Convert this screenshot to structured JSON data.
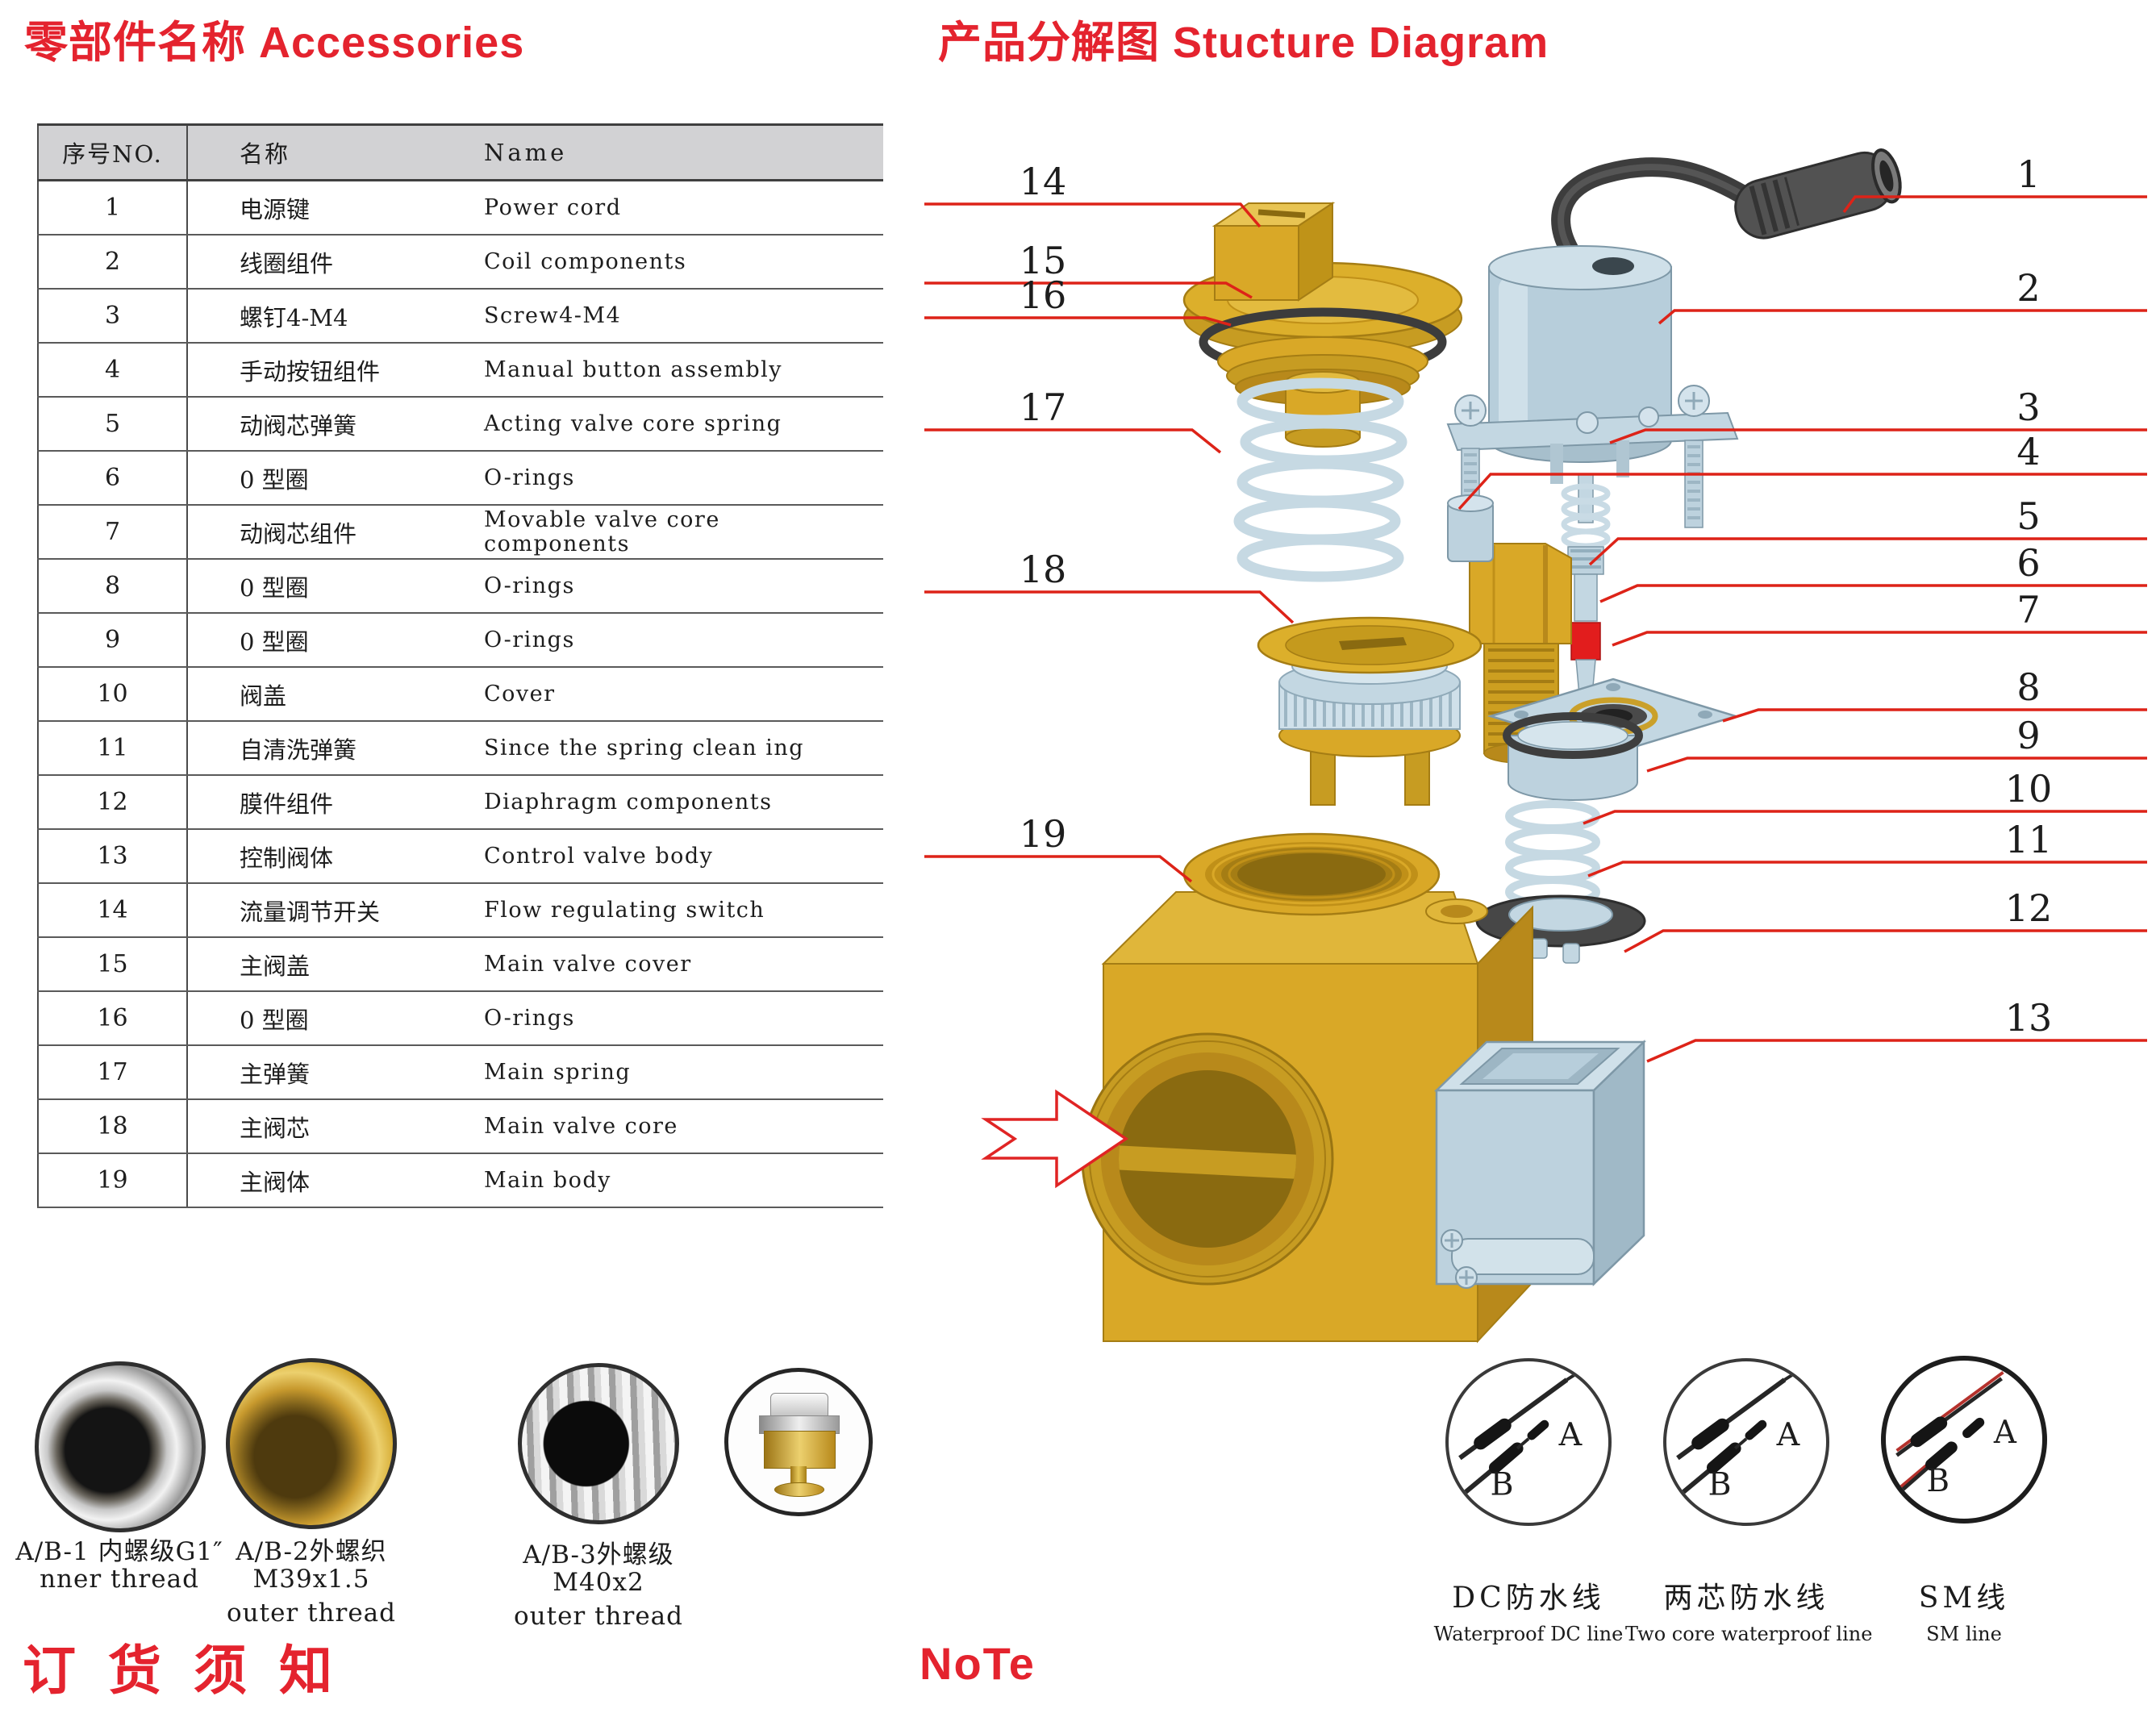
{
  "colors": {
    "accent_red": "#e4232e",
    "leader_red": "#dd2318",
    "brass": "#d9a827",
    "component_blue": "#bdd2de"
  },
  "accessories": {
    "title": "零部件名称 Accessories",
    "table": {
      "headers": {
        "no": "序号NO.",
        "name_cn": "名称",
        "name_en": "Name"
      },
      "rows": [
        {
          "no": "1",
          "cn": "电源键",
          "en": "Power cord"
        },
        {
          "no": "2",
          "cn": "线圈组件",
          "en": "Coil components"
        },
        {
          "no": "3",
          "cn": "螺钉4-M4",
          "en": "Screw4-M4"
        },
        {
          "no": "4",
          "cn": "手动按钮组件",
          "en": "Manual button assembly"
        },
        {
          "no": "5",
          "cn": "动阀芯弹簧",
          "en": "Acting valve core spring"
        },
        {
          "no": "6",
          "cn": "0 型圈",
          "en": "O-rings"
        },
        {
          "no": "7",
          "cn": "动阀芯组件",
          "en": "Movable valve core\ncomponents"
        },
        {
          "no": "8",
          "cn": "0 型圈",
          "en": "O-rings"
        },
        {
          "no": "9",
          "cn": "0 型圈",
          "en": "O-rings"
        },
        {
          "no": "10",
          "cn": "阀盖",
          "en": "Cover"
        },
        {
          "no": "11",
          "cn": "自清洗弹簧",
          "en": "Since the spring clean ing"
        },
        {
          "no": "12",
          "cn": "膜件组件",
          "en": "Diaphragm components"
        },
        {
          "no": "13",
          "cn": "控制阀体",
          "en": "Control valve body"
        },
        {
          "no": "14",
          "cn": "流量调节开关",
          "en": "Flow regulating switch"
        },
        {
          "no": "15",
          "cn": "主阀盖",
          "en": "Main valve cover"
        },
        {
          "no": "16",
          "cn": "0 型圈",
          "en": "O-rings"
        },
        {
          "no": "17",
          "cn": "主弹簧",
          "en": "Main spring"
        },
        {
          "no": "18",
          "cn": "主阀芯",
          "en": "Main valve core"
        },
        {
          "no": "19",
          "cn": "主阀体",
          "en": "Main body"
        }
      ]
    }
  },
  "diagram": {
    "title": "产品分解图 Stucture Diagram",
    "callouts": [
      "1",
      "2",
      "3",
      "4",
      "5",
      "6",
      "7",
      "8",
      "9",
      "10",
      "11",
      "12",
      "13",
      "14",
      "15",
      "16",
      "17",
      "18",
      "19"
    ]
  },
  "threads": [
    {
      "line1": "A/B-1 内螺级G1″",
      "line2": "nner thread",
      "line3": ""
    },
    {
      "line1": "A/B-2外螺织",
      "line2": "M39x1.5",
      "line3": "outer thread"
    },
    {
      "line1": "A/B-3外螺级",
      "line2": "M40x2",
      "line3": "outer thread"
    }
  ],
  "cables": [
    {
      "cn": "DC防水线",
      "en": "Waterproof DC line",
      "a": "A",
      "b": "B"
    },
    {
      "cn": "两芯防水线",
      "en": "Two core waterproof line",
      "a": "A",
      "b": "B"
    },
    {
      "cn": "SM线",
      "en": "SM line",
      "a": "A",
      "b": "B"
    }
  ],
  "footer": {
    "order_notice": "订货须知",
    "note": "NoTe"
  }
}
